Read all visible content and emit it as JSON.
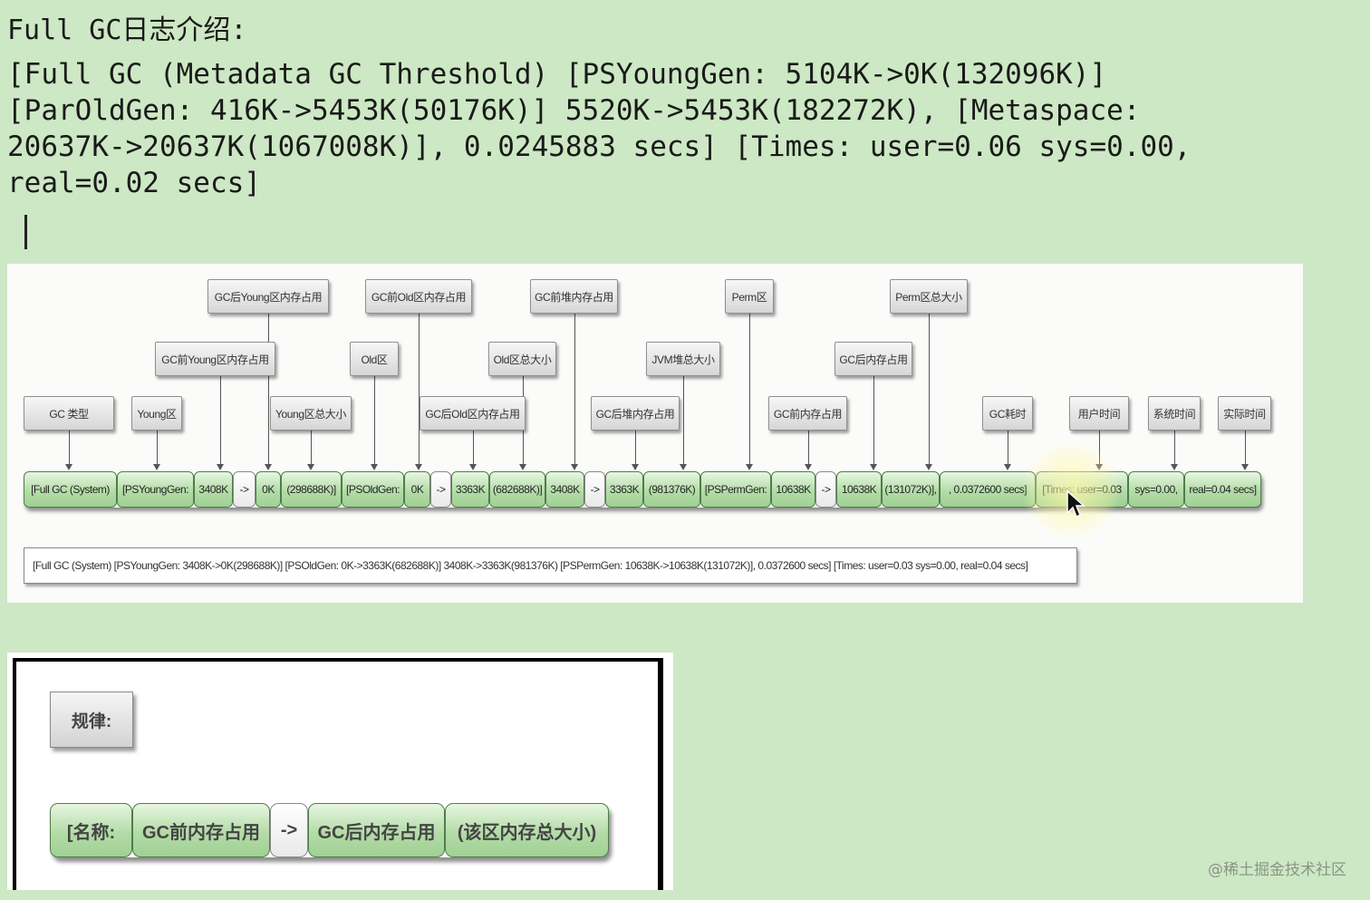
{
  "heading": "Full GC日志介绍:",
  "log_line": "[Full GC (Metadata GC Threshold) [PSYoungGen: 5104K->0K(132096K)]\n[ParOldGen: 416K->5453K(50176K)] 5520K->5453K(182272K), [Metaspace:\n20637K->20637K(1067008K)], 0.0245883 secs] [Times: user=0.06 sys=0.00,\nreal=0.02 secs]",
  "diagram": {
    "labels": [
      "GC 类型",
      "Young区",
      "GC前Young区内存占用",
      "GC后Young区内存占用",
      "Young区总大小",
      "Old区",
      "GC前Old区内存占用",
      "GC后Old区内存占用",
      "Old区总大小",
      "GC前堆内存占用",
      "GC后堆内存占用",
      "JVM堆总大小",
      "Perm区",
      "GC前内存占用",
      "GC后内存占用",
      "Perm区总大小",
      "GC耗时",
      "用户时间",
      "系统时间",
      "实际时间"
    ],
    "segments": [
      "[Full GC (System)",
      "[PSYoungGen:",
      "3408K",
      "->",
      "0K",
      "(298688K)]",
      "[PSOldGen:",
      "0K",
      "->",
      "3363K",
      "(682688K)]",
      "3408K",
      "->",
      "3363K",
      "(981376K)",
      "[PSPermGen:",
      "10638K",
      "->",
      "10638K",
      "(131072K)],",
      ", 0.0372600 secs]",
      "[Times: user=0.03",
      "sys=0.00,",
      "real=0.04 secs]"
    ],
    "full_line": "[Full GC (System) [PSYoungGen: 3408K->0K(298688K)] [PSOldGen: 0K->3363K(682688K)] 3408K->3363K(981376K) [PSPermGen: 10638K->10638K(131072K)], 0.0372600 secs] [Times: user=0.03 sys=0.00, real=0.04 secs]"
  },
  "rule": {
    "label": "规律:",
    "segments": [
      "[名称:",
      "GC前内存占用",
      "->",
      "GC后内存占用",
      "(该区内存总大小)"
    ]
  },
  "watermark": "@稀土掘金技术社区",
  "colors": {
    "background": "#cde8c4",
    "segment_green": "#b3dca7",
    "label_gray": "#e3e3e3"
  },
  "icons": [
    "mouse-cursor-icon"
  ]
}
